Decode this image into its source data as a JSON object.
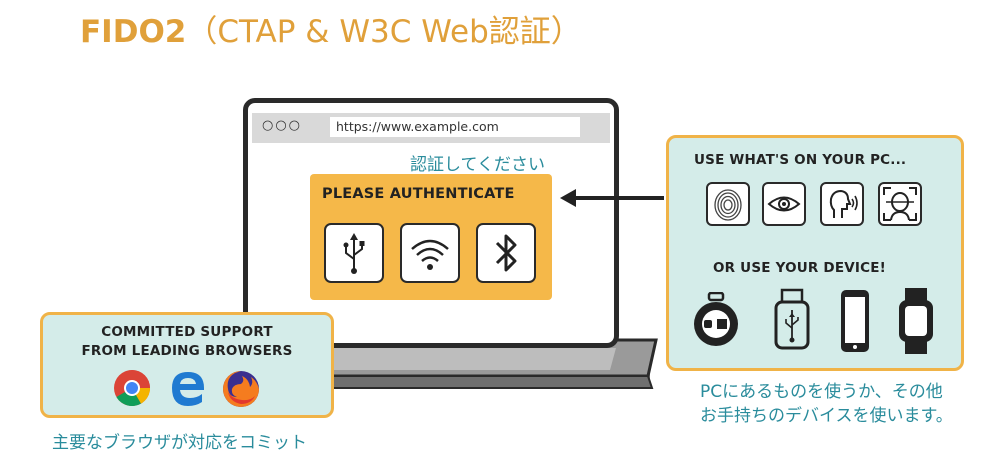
{
  "title": {
    "bold": "FIDO2",
    "light": "（CTAP & W3C Web認証）"
  },
  "browser": {
    "dots": "○○○",
    "url": "https://www.example.com"
  },
  "auth": {
    "jp_label": "認証してください",
    "heading": "PLEASE AUTHENTICATE",
    "icons": [
      "usb-icon",
      "nfc-wireless-icon",
      "bluetooth-icon"
    ]
  },
  "right_panel": {
    "heading1": "USE WHAT'S ON YOUR PC...",
    "pc_icons": [
      "fingerprint-icon",
      "eye-icon",
      "voice-icon",
      "face-icon"
    ],
    "heading2": "OR USE YOUR DEVICE!",
    "device_icons": [
      "nfc-key-icon",
      "usb-key-icon",
      "phone-icon",
      "watch-icon"
    ],
    "caption_line1": "PCにあるものを使うか、その他",
    "caption_line2": "お手持ちのデバイスを使います。"
  },
  "left_panel": {
    "line1": "COMMITTED SUPPORT",
    "line2": "FROM LEADING BROWSERS",
    "browser_icons": [
      "chrome-icon",
      "edge-icon",
      "firefox-icon"
    ],
    "caption": "主要なブラウザが対応をコミット"
  },
  "colors": {
    "accent": "#f5b849",
    "teal_text": "#2a8c9c",
    "panel_bg": "#d4ece9",
    "title": "#e0a03a"
  }
}
